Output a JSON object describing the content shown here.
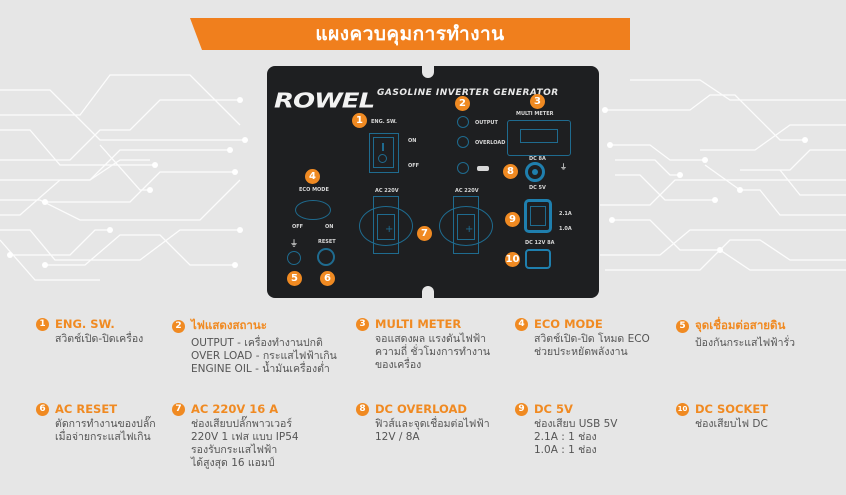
{
  "banner": {
    "title": "แผงควบคุมการทำงาน"
  },
  "colors": {
    "accent": "#f07f1d",
    "panel": "#1e1f21",
    "outline": "#1f6b8f",
    "background": "#e6e6e6"
  },
  "panel": {
    "brand": "ROWEL",
    "subtitle": "GASOLINE INVERTER GENERATOR",
    "labels": {
      "eng_sw": "ENG. SW.",
      "on": "ON",
      "off": "OFF",
      "output": "OUTPUT",
      "overload": "OVERLOAD",
      "multi_meter": "MULTI METER",
      "dc_8a": "DC 8A",
      "dc_5v": "DC 5V",
      "a21": "2.1A",
      "a10": "1.0A",
      "dc_12v_8a": "DC 12V 8A",
      "eco_mode": "ECO MODE",
      "eco_off": "OFF",
      "eco_on": "ON",
      "reset": "RESET",
      "ac_220v_1": "AC 220V",
      "ac_220v_2": "AC 220V"
    },
    "badges": [
      "1",
      "2",
      "3",
      "4",
      "5",
      "6",
      "7",
      "8",
      "9",
      "10"
    ]
  },
  "legend": [
    {
      "num": "1",
      "title": "ENG. SW.",
      "lines": [
        "สวิตช์เปิด-ปิดเครื่อง"
      ]
    },
    {
      "num": "2",
      "title": "ไฟแสดงสถานะ",
      "lines": [
        "OUTPUT - เครื่องทำงานปกติ",
        "OVER LOAD - กระแสไฟฟ้าเกิน",
        "ENGINE OIL - น้ำมันเครื่องต่ำ"
      ]
    },
    {
      "num": "3",
      "title": "MULTI METER",
      "lines": [
        "จอแสดงผล แรงดันไฟฟ้า",
        "ความถี่ ชั่วโมงการทำงาน",
        "ของเครื่อง"
      ]
    },
    {
      "num": "4",
      "title": "ECO MODE",
      "lines": [
        "สวิตช์เปิด-ปิด โหมด ECO",
        "ช่วยประหยัดพลังงาน"
      ]
    },
    {
      "num": "5",
      "title": "จุดเชื่อมต่อสายดิน",
      "lines": [
        "ป้องกันกระแสไฟฟ้ารั่ว"
      ]
    },
    {
      "num": "6",
      "title": "AC RESET",
      "lines": [
        "ตัดการทำงานของปลั๊ก",
        "เมื่อจ่ายกระแสไฟเกิน"
      ]
    },
    {
      "num": "7",
      "title": "AC 220V 16 A",
      "lines": [
        "ช่องเสียบปลั๊กพาวเวอร์",
        "220V 1 เฟส แบบ IP54",
        "รองรับกระแสไฟฟ้า",
        "ได้สูงสุด 16 แอมป์"
      ]
    },
    {
      "num": "8",
      "title": "DC OVERLOAD",
      "lines": [
        "ฟิวส์และจุดเชื่อมต่อไฟฟ้า",
        "12V / 8A"
      ]
    },
    {
      "num": "9",
      "title": "DC 5V",
      "lines": [
        "ช่องเสียบ USB 5V",
        "2.1A : 1 ช่อง",
        "1.0A : 1 ช่อง"
      ]
    },
    {
      "num": "10",
      "title": "DC SOCKET",
      "lines": [
        "ช่องเสียบไฟ DC"
      ]
    }
  ]
}
